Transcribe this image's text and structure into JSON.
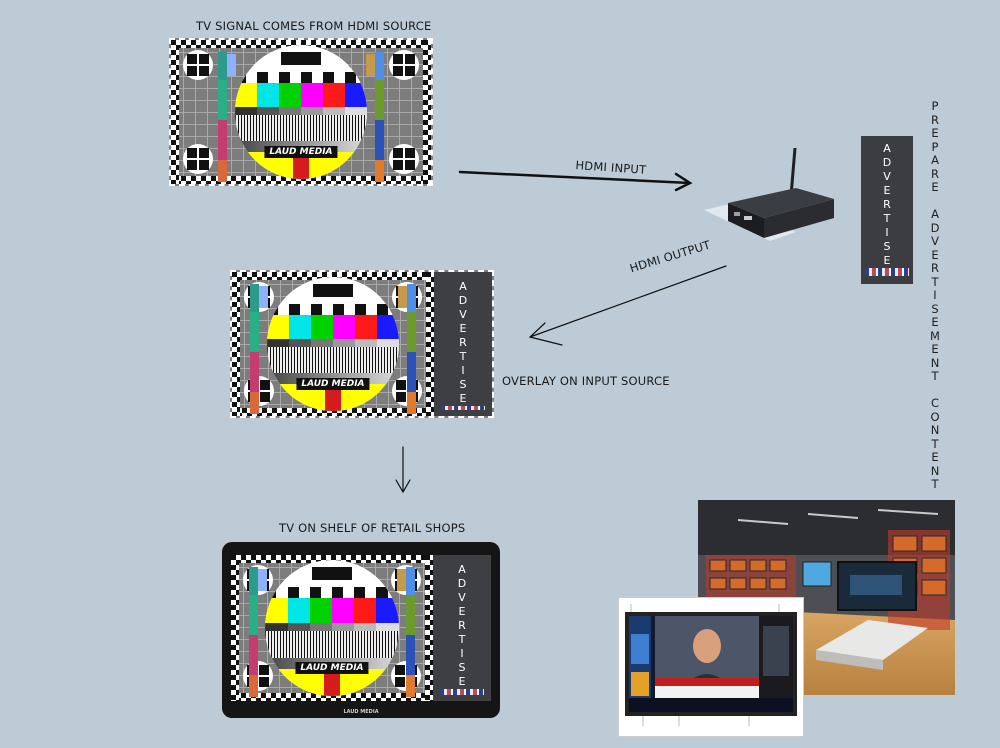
{
  "labels": {
    "source_title": "TV SIGNAL COMES FROM HDMI SOURCE",
    "hdmi_input": "HDMI INPUT",
    "hdmi_output": "HDMI OUTPUT",
    "overlay": "OVERLAY ON INPUT SOURCE",
    "tv_shelf": "TV ON SHELF OF RETAIL SHOPS",
    "prepare_vertical": "P\nR\nE\nP\nA\nR\nE\n \nA\nD\nV\nE\nR\nT\nI\nS\nE\nM\nE\nN\nT\n \nC\nO\nN\nT\nE\nN\nT"
  },
  "test_card": {
    "logo": "LAUD MEDIA",
    "bar_colors": [
      "#ffff00",
      "#00e5e5",
      "#00d000",
      "#ff00ff",
      "#ff1a1a",
      "#1a1aff"
    ]
  },
  "advertise": {
    "text_vertical": "A\nD\nV\nE\nR\nT\nI\nS\nE"
  },
  "tv": {
    "brand": "LAUD MEDIA"
  },
  "colors": {
    "background": "#bccbd6",
    "ad_panel": "#3b3d40"
  }
}
